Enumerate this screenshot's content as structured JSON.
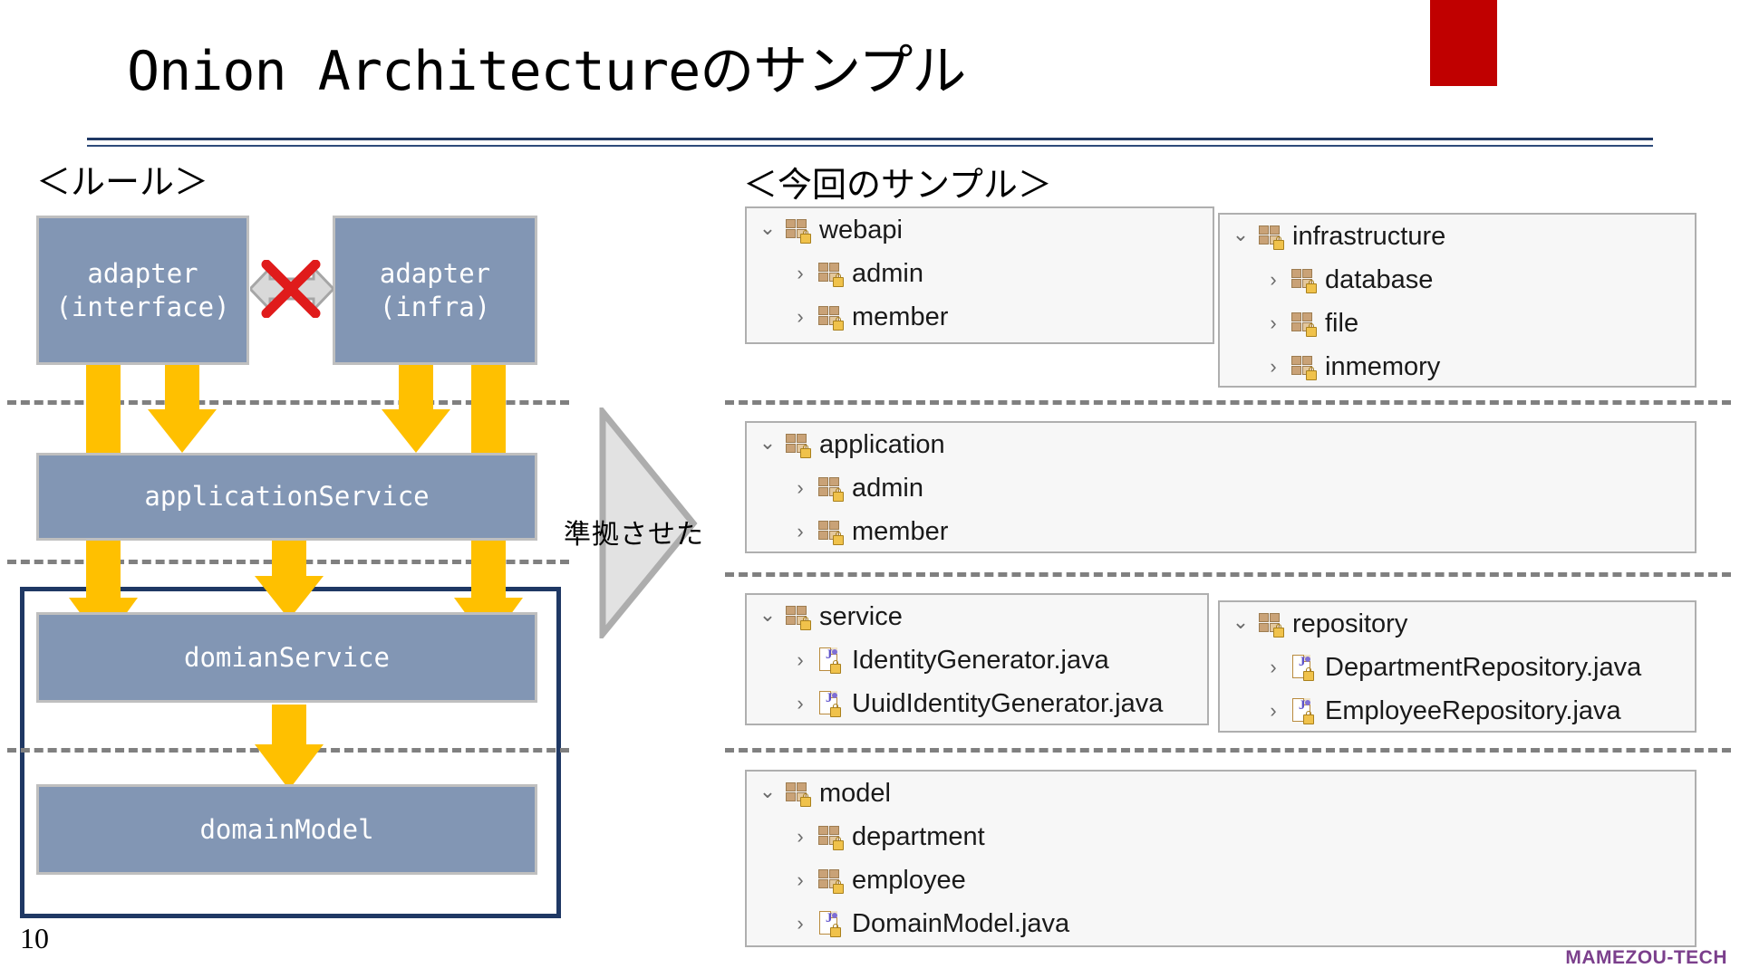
{
  "slide": {
    "title": "Onion Architectureのサンプル",
    "page_number": "10",
    "logo": "MAMEZOU-TECH",
    "accent_color": "#C00000",
    "rule_color": "#1F3864"
  },
  "left": {
    "caption": "＜ルール＞",
    "boxes": {
      "adapter_interface": "adapter\n(interface)",
      "adapter_interface_line1": "adapter",
      "adapter_interface_line2": "(interface)",
      "adapter_infra_line1": "adapter",
      "adapter_infra_line2": "(infra)",
      "application_service": "applicationService",
      "domain_service": "domianService",
      "domain_model": "domainModel"
    },
    "box_fill": "#8296B4",
    "arrow_color": "#FFC000",
    "forbidden_marker": "red-x",
    "domain_border_color": "#1F3864"
  },
  "center": {
    "label": "準拠させた",
    "shape": "right-triangle",
    "fill": "#E2E2E2"
  },
  "right": {
    "caption": "＜今回のサンプル＞",
    "panels": [
      {
        "id": "webapi",
        "rows": [
          {
            "label": "webapi",
            "icon": "package-icon",
            "twisty": "expanded",
            "depth": 0
          },
          {
            "label": "admin",
            "icon": "package-icon",
            "twisty": "collapsed",
            "depth": 1
          },
          {
            "label": "member",
            "icon": "package-icon",
            "twisty": "collapsed",
            "depth": 1
          }
        ]
      },
      {
        "id": "infrastructure",
        "rows": [
          {
            "label": "infrastructure",
            "icon": "package-icon",
            "twisty": "expanded",
            "depth": 0
          },
          {
            "label": "database",
            "icon": "package-icon",
            "twisty": "collapsed",
            "depth": 1
          },
          {
            "label": "file",
            "icon": "package-icon",
            "twisty": "collapsed",
            "depth": 1
          },
          {
            "label": "inmemory",
            "icon": "package-icon",
            "twisty": "collapsed",
            "depth": 1
          }
        ]
      },
      {
        "id": "application",
        "rows": [
          {
            "label": "application",
            "icon": "package-icon",
            "twisty": "expanded",
            "depth": 0
          },
          {
            "label": "admin",
            "icon": "package-icon",
            "twisty": "collapsed",
            "depth": 1
          },
          {
            "label": "member",
            "icon": "package-icon",
            "twisty": "collapsed",
            "depth": 1
          }
        ]
      },
      {
        "id": "service",
        "rows": [
          {
            "label": "service",
            "icon": "package-icon",
            "twisty": "expanded",
            "depth": 0
          },
          {
            "label": "IdentityGenerator.java",
            "icon": "java-file-icon",
            "twisty": "collapsed",
            "depth": 1
          },
          {
            "label": "UuidIdentityGenerator.java",
            "icon": "java-file-icon",
            "twisty": "collapsed",
            "depth": 1
          }
        ]
      },
      {
        "id": "repository",
        "rows": [
          {
            "label": "repository",
            "icon": "package-icon",
            "twisty": "expanded",
            "depth": 0
          },
          {
            "label": "DepartmentRepository.java",
            "icon": "java-file-icon",
            "twisty": "collapsed",
            "depth": 1
          },
          {
            "label": "EmployeeRepository.java",
            "icon": "java-file-icon",
            "twisty": "collapsed",
            "depth": 1
          }
        ]
      },
      {
        "id": "model",
        "rows": [
          {
            "label": "model",
            "icon": "package-icon",
            "twisty": "expanded",
            "depth": 0
          },
          {
            "label": "department",
            "icon": "package-icon",
            "twisty": "collapsed",
            "depth": 1
          },
          {
            "label": "employee",
            "icon": "package-icon",
            "twisty": "collapsed",
            "depth": 1
          },
          {
            "label": "DomainModel.java",
            "icon": "java-file-icon",
            "twisty": "collapsed",
            "depth": 1
          }
        ]
      }
    ],
    "twisty_glyphs": {
      "expanded": "⌄",
      "collapsed": "›"
    }
  }
}
